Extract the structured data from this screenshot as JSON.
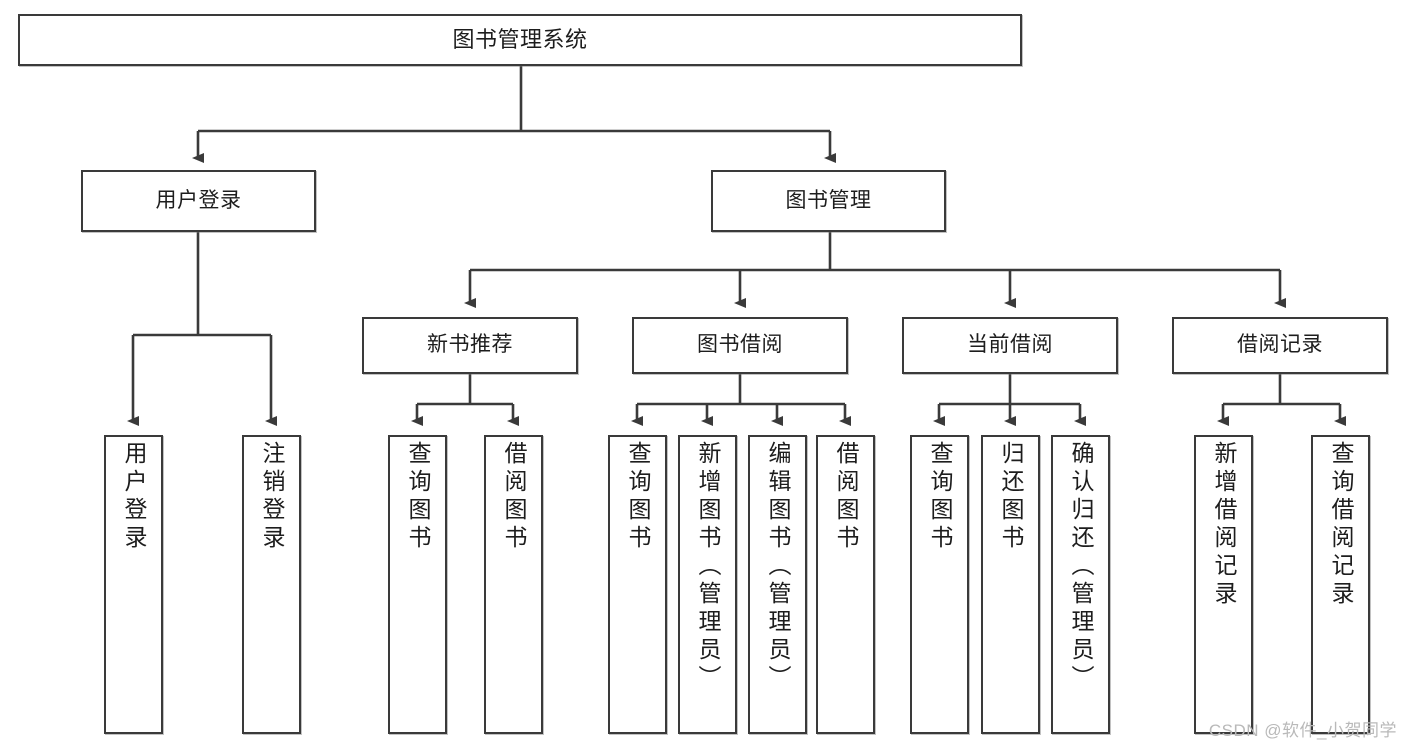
{
  "diagram": {
    "type": "tree",
    "title": "图书管理系统",
    "watermark": "CSDN @软件_小贺同学",
    "colors": {
      "box_border": "#3a3a3a",
      "box_fill": "#ffffff",
      "connector": "#3a3a3a",
      "text": "#1d1d1d",
      "watermark": "#b9b9b9"
    },
    "levels": {
      "root": "图书管理系统",
      "level2": [
        "用户登录",
        "图书管理"
      ],
      "level3": [
        "新书推荐",
        "图书借阅",
        "当前借阅",
        "借阅记录"
      ]
    },
    "nodes": {
      "root": {
        "label": "图书管理系统"
      },
      "user_login": {
        "label": "用户登录"
      },
      "book_mgmt": {
        "label": "图书管理"
      },
      "new_book_rec": {
        "label": "新书推荐"
      },
      "book_borrow": {
        "label": "图书借阅"
      },
      "current_borrow": {
        "label": "当前借阅"
      },
      "borrow_record": {
        "label": "借阅记录"
      },
      "leaf_user_login": {
        "label": "用户登录"
      },
      "leaf_logout": {
        "label": "注销登录"
      },
      "leaf_query_book_1": {
        "label": "查询图书"
      },
      "leaf_borrow_book_1": {
        "label": "借阅图书"
      },
      "leaf_query_book_2": {
        "label": "查询图书"
      },
      "leaf_add_book": {
        "label": "新增图书（管理员）"
      },
      "leaf_edit_book": {
        "label": "编辑图书（管理员）"
      },
      "leaf_borrow_book_2": {
        "label": "借阅图书"
      },
      "leaf_query_book_3": {
        "label": "查询图书"
      },
      "leaf_return_book": {
        "label": "归还图书"
      },
      "leaf_confirm_return": {
        "label": "确认归还（管理员）"
      },
      "leaf_add_record": {
        "label": "新增借阅记录"
      },
      "leaf_query_record": {
        "label": "查询借阅记录"
      }
    },
    "edges": [
      {
        "from": "root",
        "to": "user_login"
      },
      {
        "from": "root",
        "to": "book_mgmt"
      },
      {
        "from": "user_login",
        "to": "leaf_user_login"
      },
      {
        "from": "user_login",
        "to": "leaf_logout"
      },
      {
        "from": "book_mgmt",
        "to": "new_book_rec"
      },
      {
        "from": "book_mgmt",
        "to": "book_borrow"
      },
      {
        "from": "book_mgmt",
        "to": "current_borrow"
      },
      {
        "from": "book_mgmt",
        "to": "borrow_record"
      },
      {
        "from": "new_book_rec",
        "to": "leaf_query_book_1"
      },
      {
        "from": "new_book_rec",
        "to": "leaf_borrow_book_1"
      },
      {
        "from": "book_borrow",
        "to": "leaf_query_book_2"
      },
      {
        "from": "book_borrow",
        "to": "leaf_add_book"
      },
      {
        "from": "book_borrow",
        "to": "leaf_edit_book"
      },
      {
        "from": "book_borrow",
        "to": "leaf_borrow_book_2"
      },
      {
        "from": "current_borrow",
        "to": "leaf_query_book_3"
      },
      {
        "from": "current_borrow",
        "to": "leaf_return_book"
      },
      {
        "from": "current_borrow",
        "to": "leaf_confirm_return"
      },
      {
        "from": "borrow_record",
        "to": "leaf_add_record"
      },
      {
        "from": "borrow_record",
        "to": "leaf_query_record"
      }
    ]
  }
}
